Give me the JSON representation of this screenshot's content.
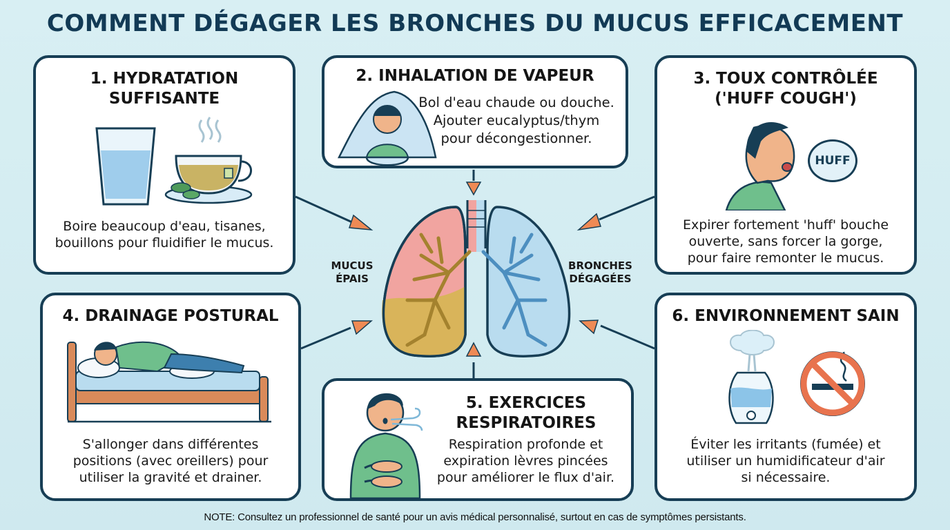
{
  "title": "COMMENT DÉGAGER LES BRONCHES DU MUCUS EFFICACEMENT",
  "center": {
    "left_label_line1": "MUCUS",
    "left_label_line2": "ÉPAIS",
    "right_label_line1": "BRONCHES",
    "right_label_line2": "DÉGAGÉES",
    "colors": {
      "mucus": "#d9b45a",
      "inflamed": "#f1a4a0",
      "clear": "#b9dcef",
      "outline": "#173e55",
      "arrow": "#ef8a55"
    }
  },
  "cards": [
    {
      "title_line1": "1. HYDRATATION",
      "title_line2": "SUFFISANTE",
      "text_line1": "Boire beaucoup d'eau, tisanes,",
      "text_line2": "bouillons pour fluidifier le mucus.",
      "icons": [
        "water-glass-icon",
        "herbal-tea-cup-icon"
      ]
    },
    {
      "title_line1": "2. INHALATION DE VAPEUR",
      "text_line1": "Bol d'eau chaude ou douche.",
      "text_line2": "Ajouter eucalyptus/thym",
      "text_line3": "pour décongestionner.",
      "icons": [
        "steam-inhalation-person-icon"
      ]
    },
    {
      "title_line1": "3. TOUX CONTRÔLÉE",
      "title_line2": "('HUFF COUGH')",
      "bubble": "HUFF",
      "text_line1": "Expirer fortement 'huff' bouche",
      "text_line2": "ouverte, sans forcer la gorge,",
      "text_line3": "pour faire remonter le mucus.",
      "icons": [
        "person-huff-cough-icon",
        "speech-bubble-icon"
      ]
    },
    {
      "title_line1": "4. DRAINAGE POSTURAL",
      "text_line1": "S'allonger dans différentes",
      "text_line2": "positions (avec oreillers) pour",
      "text_line3": "utiliser la gravité et drainer.",
      "icons": [
        "person-lying-bed-icon"
      ]
    },
    {
      "title_line1": "5. EXERCICES",
      "title_line2": "RESPIRATOIRES",
      "text_line1": "Respiration profonde et",
      "text_line2": "expiration lèvres pincées",
      "text_line3": "pour améliorer le flux d'air.",
      "icons": [
        "person-breathing-icon"
      ]
    },
    {
      "title_line1": "6. ENVIRONNEMENT SAIN",
      "text_line1": "Éviter les irritants (fumée) et",
      "text_line2": "utiliser un humidificateur d'air",
      "text_line3": "si nécessaire.",
      "icons": [
        "humidifier-icon",
        "no-smoking-icon"
      ]
    }
  ],
  "note": "NOTE: Consultez un professionnel de santé pour un avis médical personnalisé, surtout en cas de symptômes persistants."
}
